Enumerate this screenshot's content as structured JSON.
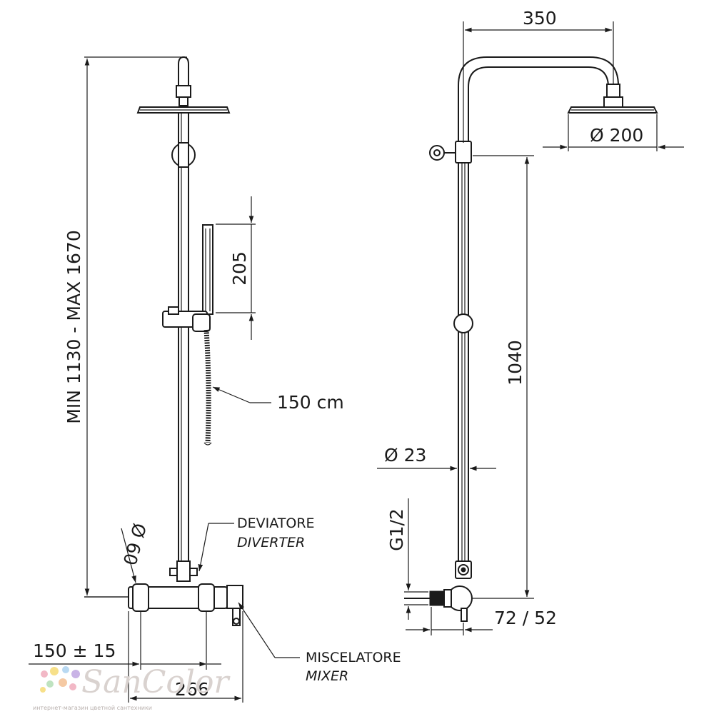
{
  "dimensions": {
    "height_range": "MIN 1130 - MAX 1670",
    "hand_shower_height": "205",
    "hose_length": "150 cm",
    "head_offset": "350",
    "head_diameter": "Ø 200",
    "rail_height": "1040",
    "pipe_diameter": "Ø 23",
    "inlet_thread": "G1/2",
    "wall_distance": "72 / 52",
    "mixer_diameter": "Ø 60",
    "inlet_spacing": "150 ± 15",
    "mixer_width": "266"
  },
  "labels": {
    "diverter_it": "DEVIATORE",
    "diverter_en": "DIVERTER",
    "mixer_it": "MISCELATORE",
    "mixer_en": "MIXER"
  },
  "watermark": {
    "logo": "SanColor",
    "tagline": "интернет-магазин цветной сантехники",
    "dot_colors": [
      "#f2b8c6",
      "#f7e08a",
      "#b9d9f2",
      "#c9b3e6",
      "#bfe3c0",
      "#f5c9a3"
    ]
  }
}
